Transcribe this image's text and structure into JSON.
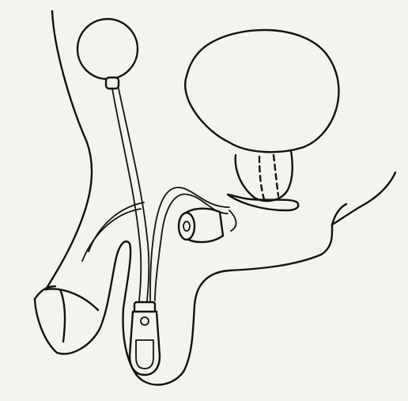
{
  "figure": {
    "background": "#f4f4ee",
    "line_color": "#111111",
    "components": [
      "fluid-reservoir",
      "urinary-bladder",
      "bladder-neck-cuff",
      "control-pump",
      "connecting-tubing",
      "body-outline"
    ]
  }
}
